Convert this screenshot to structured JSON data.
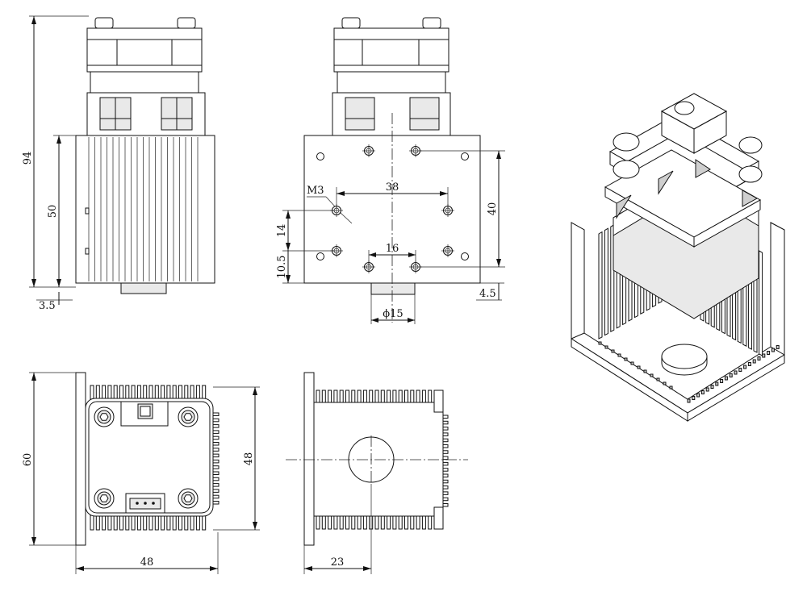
{
  "drawing": {
    "front_view": {
      "dim_total_height": "94",
      "dim_heatsink_height": "50",
      "dim_bottom_offset": "3.5"
    },
    "side_view": {
      "label_thread": "M3",
      "dim_hole_spacing_wide": "38",
      "dim_hole_spacing_vertical": "40",
      "dim_hole_pitch": "14",
      "dim_hole_bottom": "10.5",
      "dim_hole_spacing_narrow": "16",
      "dim_right_offset": "4.5",
      "dim_lens_diameter": "ϕ15"
    },
    "bottom_view": {
      "dim_height": "60",
      "dim_board_height": "48",
      "dim_width": "48"
    },
    "end_view": {
      "dim_half_width": "23"
    }
  }
}
